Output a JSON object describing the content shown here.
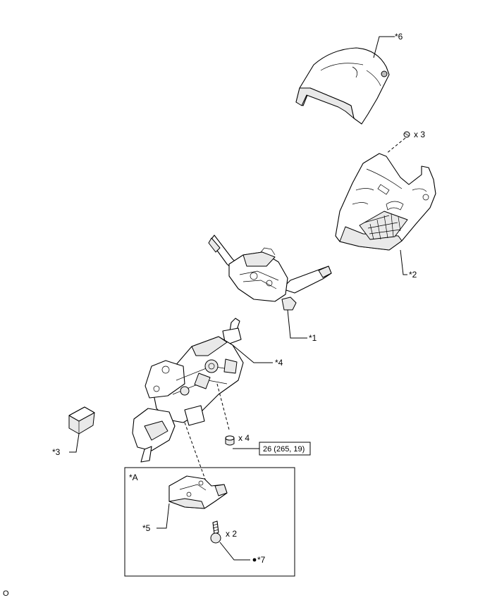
{
  "labels": {
    "part6": "*6",
    "part2": "*2",
    "part1": "*1",
    "part4": "*4",
    "part3": "*3",
    "partA": "*A",
    "part5": "*5",
    "part7": "*7",
    "qty_x3": "x 3",
    "qty_x4": "x 4",
    "qty_x2": "x 2",
    "torque": "26 (265, 19)",
    "corner": "O"
  },
  "icons": {
    "bullet": "filled-circle-icon"
  }
}
